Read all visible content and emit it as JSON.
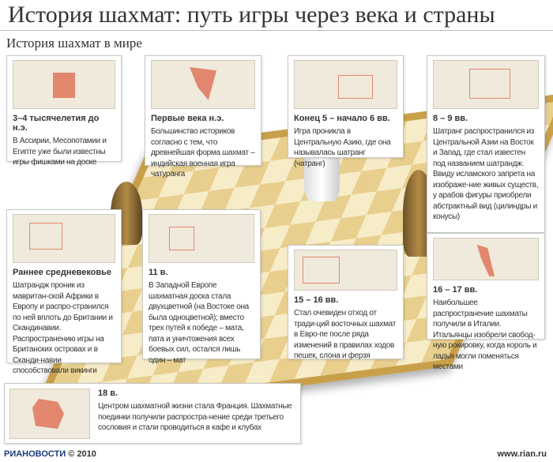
{
  "title": "История шахмат: путь игры через века и страны",
  "subtitle": "История шахмат в мире",
  "colors": {
    "highlight": "#e2876d",
    "board_dark": "#e8cf8e",
    "board_light": "#f7ecc8",
    "map_bg": "#efeadb"
  },
  "cards": [
    {
      "period": "3–4 тысячелетия до н.э.",
      "text": "В Ассирии, Месопотамии и Египте уже были известны игры фишками на доске",
      "map": "egypt-map"
    },
    {
      "period": "Первые века н.э.",
      "text": "Большинство историков согласно с тем, что древнейшая форма шахмат – индийская военная игра чатуранга",
      "map": "india-map"
    },
    {
      "period": "Конец 5 – начало 6 вв.",
      "text": "Игра проникла в Центральную Азию, где она называлась шатранг (чатранг)",
      "map": "central-asia-map"
    },
    {
      "period": "8 – 9 вв.",
      "text": "Шатранг распространился из Центральной Азии на Восток и Запад, где стал известен под названием шатрандж. Ввиду исламского запрета на изображе-ние живых существ, у арабов фигуры приобрели абстрактный вид (цилиндры и конусы)",
      "map": "asia-map"
    },
    {
      "period": "Раннее средневековье",
      "text": "Шатрандж проник из мавритан-ской Африки в Европу и распро-странился по ней вплоть до Британии и Скандинавии. Распространению игры на Британских островах и в Сканди-навии способствовали викинги",
      "map": "europe-map"
    },
    {
      "period": "11 в.",
      "text": "В Западной Европе шахматная доска стала двухцветной (на Востоке она была одноцветной); вместо трех путей к победе – мата, пата и уничтожения всех боевых сил, остался лишь один – мат",
      "map": "western-europe-map"
    },
    {
      "period": "15 – 16 вв.",
      "text": "Стал очевиден отход от тради-ций восточных шахмат в Евро-пе после ряда изменений в правилах ходов пешек, слона и ферзя",
      "map": "europe-map"
    },
    {
      "period": "16 – 17 вв.",
      "text": "Наибольшее распространение шахматы получили в Италии. Итальянцы изобрели свобод-ную рокировку, когда король и ладья могли поменяться местами",
      "map": "italy-map"
    },
    {
      "period": "18 в.",
      "text": "Центром шахматной жизни стала Франция. Шахматные поединки получили распростра-нение среди третьего сословия и стали проводиться в кафе и клубах",
      "map": "france-map"
    }
  ],
  "footer": {
    "brand": "РИАНОВОСТИ",
    "copyright": "© 2010",
    "url": "www.rian.ru"
  }
}
